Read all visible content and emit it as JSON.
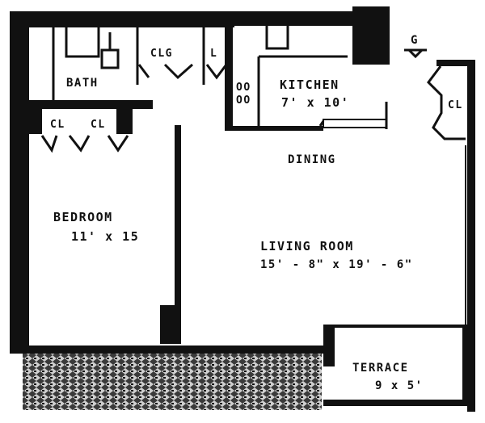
{
  "rooms": {
    "bath": "BATH",
    "clg": "CLG",
    "l": "L",
    "oo": "OO",
    "kitchen_name": "KITCHEN",
    "kitchen_size": "7' x 10'",
    "cl_left": "CL",
    "cl_mid": "CL",
    "cl_right": "CL",
    "dining": "DINING",
    "bedroom_name": "BEDROOM",
    "bedroom_size": "11' x 15",
    "living_name": "LIVING ROOM",
    "living_size": "15' - 8\" x 19' - 6\"",
    "terrace_name": "TERRACE",
    "terrace_size": "9 x 5'",
    "entry_mark": "G"
  },
  "colors": {
    "ink": "#111111",
    "paper": "#ffffff"
  }
}
